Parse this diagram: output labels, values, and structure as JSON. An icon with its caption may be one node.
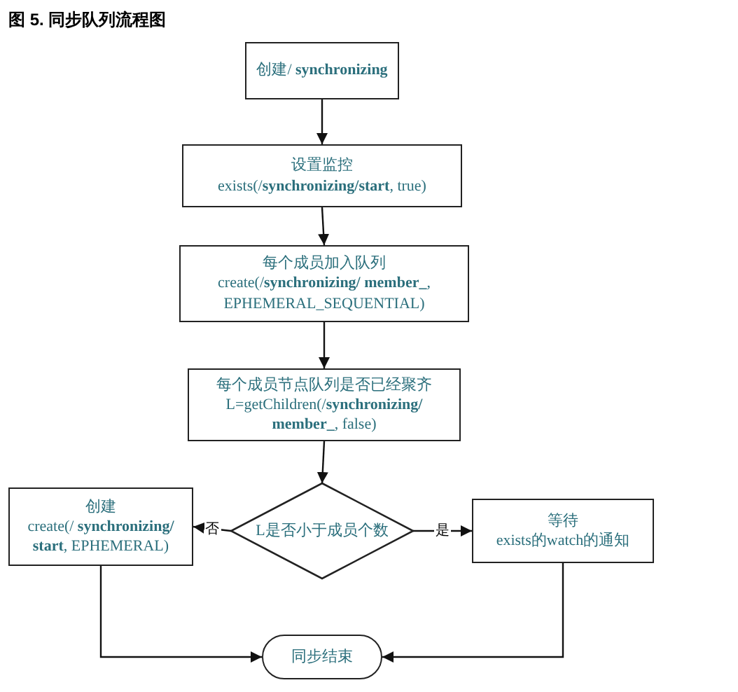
{
  "diagram": {
    "title": "图 5. 同步队列流程图",
    "nodes": [
      {
        "text": [
          "创建/ **synchronizing**"
        ]
      },
      {
        "text": [
          "设置监控",
          "exists(/**synchronizing/start**, true)"
        ]
      },
      {
        "text": [
          "每个成员加入队列",
          "create(/**synchronizing/ member_**, EPHEMERAL_SEQUENTIAL)"
        ]
      },
      {
        "text": [
          "每个成员节点队列是否已经聚齐",
          "L=getChildren(/**synchronizing/ member_**, false)"
        ]
      },
      {
        "text": [
          "创建",
          "create(/ **synchronizing/ start**, EPHEMERAL)"
        ]
      },
      {
        "text": [
          "L是否小于成员个数"
        ]
      },
      {
        "text": [
          "等待",
          "exists的watch的通知"
        ]
      },
      {
        "text": [
          "同步结束"
        ]
      }
    ],
    "edges": [
      {
        "from": 0,
        "to": 1,
        "arrow": "to"
      },
      {
        "from": 1,
        "to": 2,
        "arrow": "to"
      },
      {
        "from": 2,
        "to": 3,
        "arrow": "to"
      },
      {
        "from": 3,
        "to": 5,
        "arrow": "to"
      },
      {
        "from": 5,
        "to": 4,
        "arrow": "to",
        "label": "否"
      },
      {
        "from": 5,
        "to": 6,
        "arrow": "to",
        "label": "是"
      },
      {
        "from": 4,
        "to": 7,
        "arrow": "to"
      },
      {
        "from": 6,
        "to": 7,
        "arrow": "to"
      }
    ]
  }
}
